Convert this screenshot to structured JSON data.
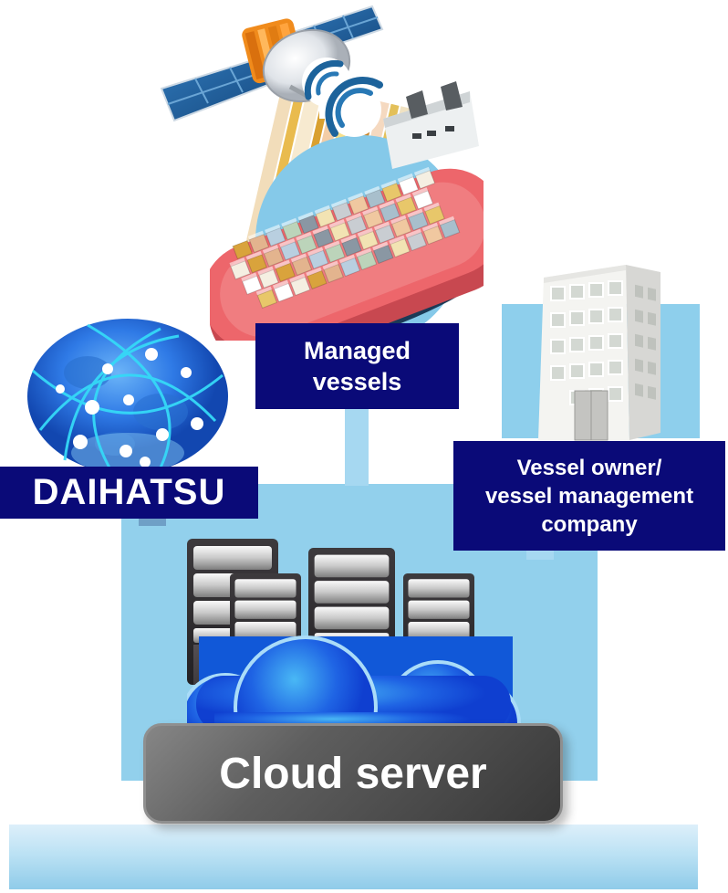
{
  "diagram": {
    "description": "Vessel monitoring cloud service diagram",
    "labels": {
      "managed_vessels": {
        "lines": [
          "Managed",
          "vessels"
        ]
      },
      "vessel_owner": {
        "lines": [
          "Vessel owner/",
          "vessel management",
          "company"
        ]
      },
      "brand": "DAIHATSU",
      "cloud_server": "Cloud server"
    },
    "icons": {
      "satellite": "satellite-icon",
      "wireless": "wireless-signal-icon",
      "ship": "container-ship-icon",
      "building": "office-building-icon",
      "globe": "globe-network-icon",
      "servers": "server-rack-icon",
      "cloud": "cloud-icon"
    },
    "colors": {
      "label_navy": "#0a0a78",
      "panel_blue": "#92d0ec",
      "building_square_blue": "#8ecfec",
      "ship_circle_blue": "#85c9e9",
      "connector_blue": "#a6d8f1",
      "bottom_band_top": "#ddeffa",
      "bottom_band_bottom": "#8fcbe9",
      "cloud_blue": "#1c57e0",
      "server_box_gray": "#4a4a4a",
      "hull_red": "#ed666b",
      "led_green": "#39d03a",
      "container_palette": [
        "#d9a33c",
        "#f2e3b3",
        "#ffffff",
        "#bcd4ba",
        "#a8bfcc",
        "#e3b48e",
        "#c9cdd2",
        "#f5efe2",
        "#8a97a3",
        "#e8c76a",
        "#b9cfe0",
        "#f0c8a0"
      ]
    }
  }
}
